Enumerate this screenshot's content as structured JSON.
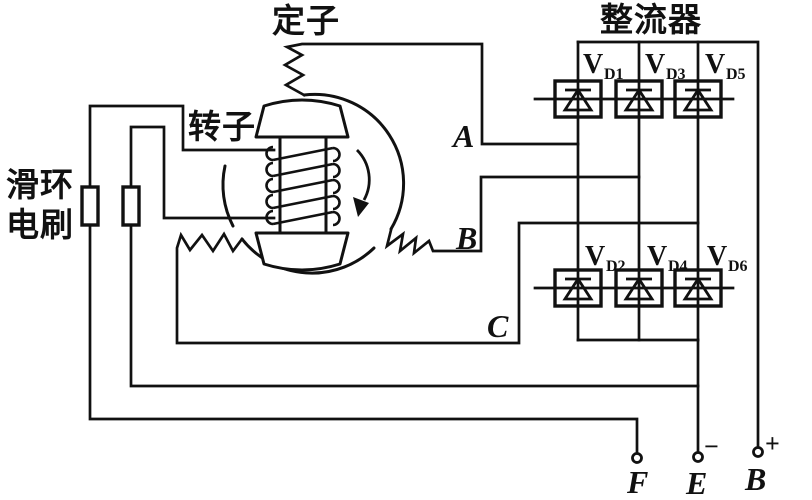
{
  "labels": {
    "stator": "定子",
    "rotor": "转子",
    "slip_ring": "滑环",
    "brush": "电刷",
    "rectifier": "整流器"
  },
  "phases": {
    "a": "A",
    "b": "B",
    "c": "C"
  },
  "diodes": [
    {
      "main": "V",
      "sub": "D1"
    },
    {
      "main": "V",
      "sub": "D3"
    },
    {
      "main": "V",
      "sub": "D5"
    },
    {
      "main": "V",
      "sub": "D2"
    },
    {
      "main": "V",
      "sub": "D4"
    },
    {
      "main": "V",
      "sub": "D6"
    }
  ],
  "terminals": [
    {
      "label": "F",
      "sign": ""
    },
    {
      "label": "E",
      "sign": "−"
    },
    {
      "label": "B",
      "sign": "+"
    }
  ],
  "colors": {
    "line": "#111111",
    "background": "#ffffff"
  }
}
